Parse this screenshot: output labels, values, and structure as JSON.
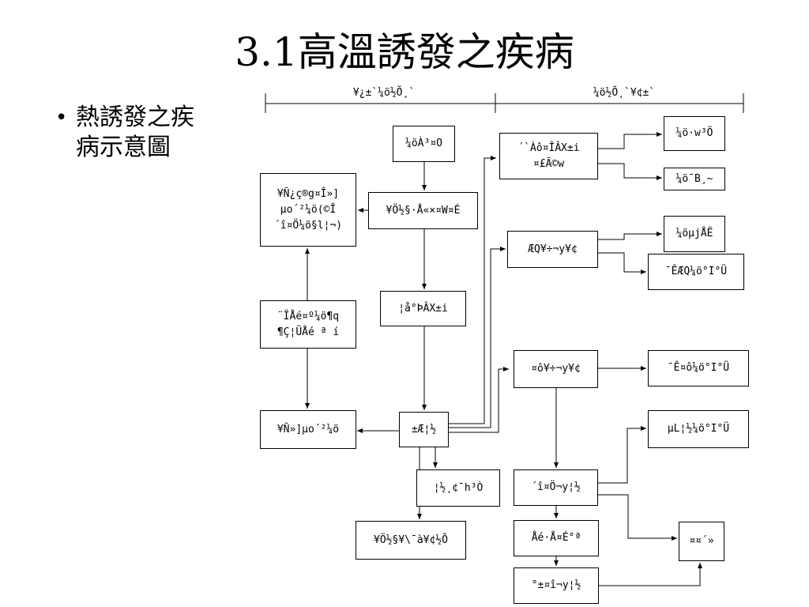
{
  "slide": {
    "title": "3.1高溫誘發之疾病",
    "bullet": "熱誘發之疾病示意圖"
  },
  "diagram": {
    "headers": {
      "left": "¥¿±`¼ö½Õ¸`",
      "right": "¼ö½Õ¸`¥¢±`"
    },
    "nodes": {
      "heat_source": "¼öÀ³¤O",
      "left_top": "¥Ñ¿ç®g¤Î»]\nµo´²¼ö(©Î\n´î¤Ö¼ö§l¦¬)",
      "core": "¥Ö½§·Å«×¤W¤É",
      "mid_left": "¨ÏÅé¤º¼ö¶q\n¶Ç¦ÜÅé ª í",
      "bottom_left": "¥Ñ»]µo´²¼ö",
      "temp_change": "¦å°ÞÂX±i",
      "pivot": "±Æ¦½",
      "right_top": "´`Àô¤ÎÂX±i\n¤£Ã­©w",
      "right_top_a": "¼ö·w³Ö",
      "right_top_b": "¼ö¯B¸~",
      "right_mid": "ÆQ¥÷¬y¥¢",
      "right_mid_a": "¼öµjÅË",
      "right_mid_b": "¯ÊÆQ¼ö°I°Ü",
      "right_low": "¤ô¥÷¬y¥¢",
      "right_low_a": "¯Ê¤ô¼ö°I°Ü",
      "sweat_aid": "¦½¸¢¯h³Ò",
      "reduce": "´î¤Ö¬y¦½",
      "sweat_fail": "¥Ö½§¥\\¯à¥¢½Õ",
      "body_temp": "Åé·Å¤É°ª",
      "heat_fail": "µL¦½¼ö°I°Ü",
      "stroke": "¤¤´»",
      "stop_sweat": "°±¤î¬y¦½"
    }
  }
}
